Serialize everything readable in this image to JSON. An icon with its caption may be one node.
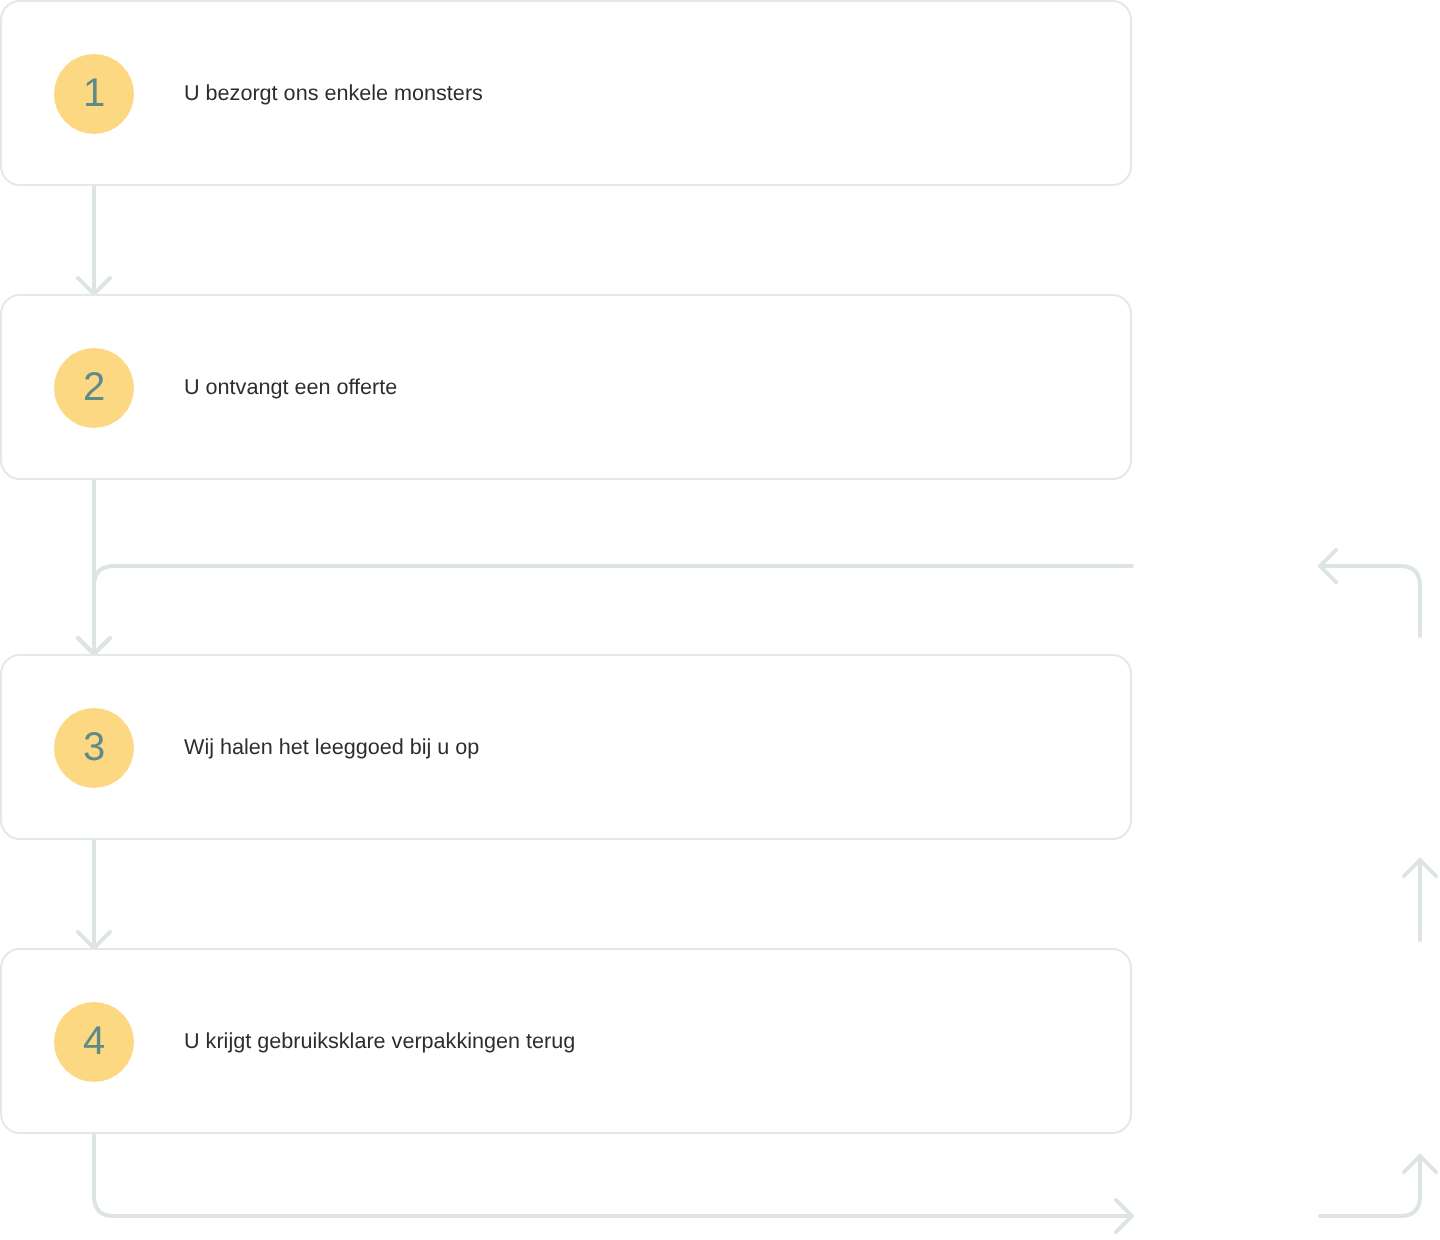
{
  "diagram": {
    "nodes": [
      {
        "text": [
          "U bezorgt ons enkele monsters"
        ]
      },
      {
        "text": [
          "1"
        ],
        "in": 0
      },
      {
        "text": [
          "U ontvangt een offerte"
        ]
      },
      {
        "text": [
          "2"
        ],
        "in": 2
      },
      {
        "text": [
          "Wij halen het leeggoed bij u op"
        ]
      },
      {
        "text": [
          "3"
        ],
        "in": 4
      },
      {
        "text": [
          "U krijgt gebruiksklare verpakkingen terug"
        ]
      },
      {
        "text": [
          "4"
        ],
        "in": 6
      }
    ],
    "edges": [
      {
        "from": 0,
        "to": 2,
        "arrow": "to"
      },
      {
        "from": 2,
        "to": 4,
        "arrow": "to"
      },
      {
        "from": 4,
        "to": 6,
        "arrow": "to"
      },
      {
        "from": 6,
        "to": null,
        "arrow": "to"
      },
      {
        "from": null,
        "to": 4,
        "arrow": "to"
      }
    ]
  }
}
